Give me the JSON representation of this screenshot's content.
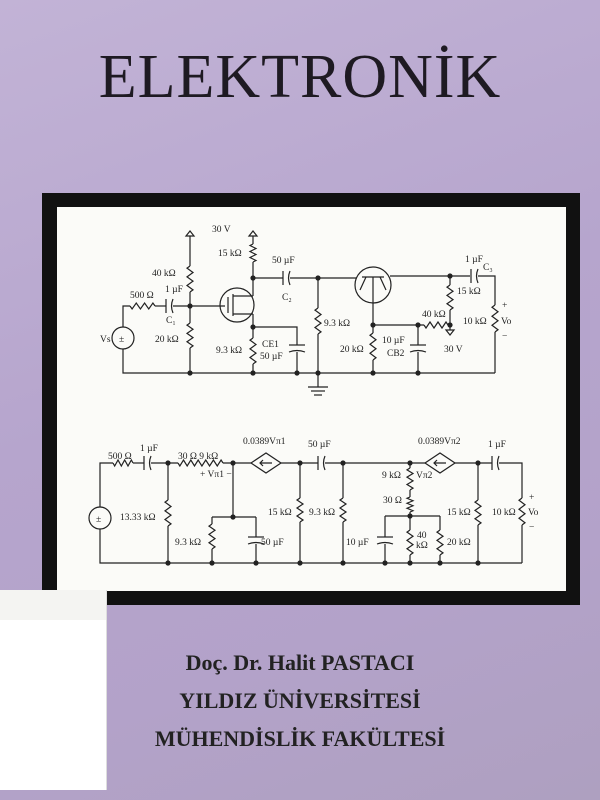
{
  "cover": {
    "title": "ELEKTRONİK",
    "author_lines": [
      "Doç. Dr. Halit PASTACI",
      "YILDIZ ÜNİVERSİTESİ",
      "MÜHENDİSLİK FAKÜLTESİ"
    ]
  },
  "circuit_top": {
    "supply": "30 V",
    "r_drain": "15 kΩ",
    "c2_value": "50 µF",
    "c2_name": "C₂",
    "r_bias_top": "40 kΩ",
    "c1_value": "1 µF",
    "c1_name": "C₁",
    "r_source": "500 Ω",
    "vs": "Vs",
    "r_bias_bottom": "20 kΩ",
    "r_fet_source": "9.3 kΩ",
    "ce1_name": "CE1",
    "ce1_value": "50 µF",
    "r_gate2": "9.3 kΩ",
    "r_base": "20 kΩ",
    "cb2_value": "10 µF",
    "cb2_name": "CB2",
    "r_feedback": "40 kΩ",
    "supply2": "30 V",
    "c3_value": "1 µF",
    "c3_name": "C₃",
    "r_collector": "15 kΩ",
    "r_load": "10 kΩ",
    "vo": "Vo",
    "plus": "+",
    "minus": "−"
  },
  "circuit_bottom": {
    "r_source": "500 Ω",
    "c_in": "1 µF",
    "r_eq": "13.33 kΩ",
    "r_pi1": "30 Ω  9 kΩ",
    "v_pi1": "+ Vπ1 −",
    "gm1": "0.0389Vπ1",
    "r_s": "9.3 kΩ",
    "c_s": "50 µF",
    "c_couple": "50 µF",
    "r_d": "15 kΩ",
    "r_g": "9.3 kΩ",
    "gm2": "0.0389Vπ2",
    "r_pi2": "9 kΩ",
    "v_pi2": "Vπ2",
    "r_b": "30 Ω",
    "c_b": "10 µF",
    "r_40": "40",
    "r_40_unit": "kΩ",
    "r_20": "20 kΩ",
    "r_c": "15 kΩ",
    "c_out": "1 µF",
    "r_load": "10 kΩ",
    "vo": "Vo",
    "plus": "+",
    "minus": "−",
    "pm": "±"
  }
}
